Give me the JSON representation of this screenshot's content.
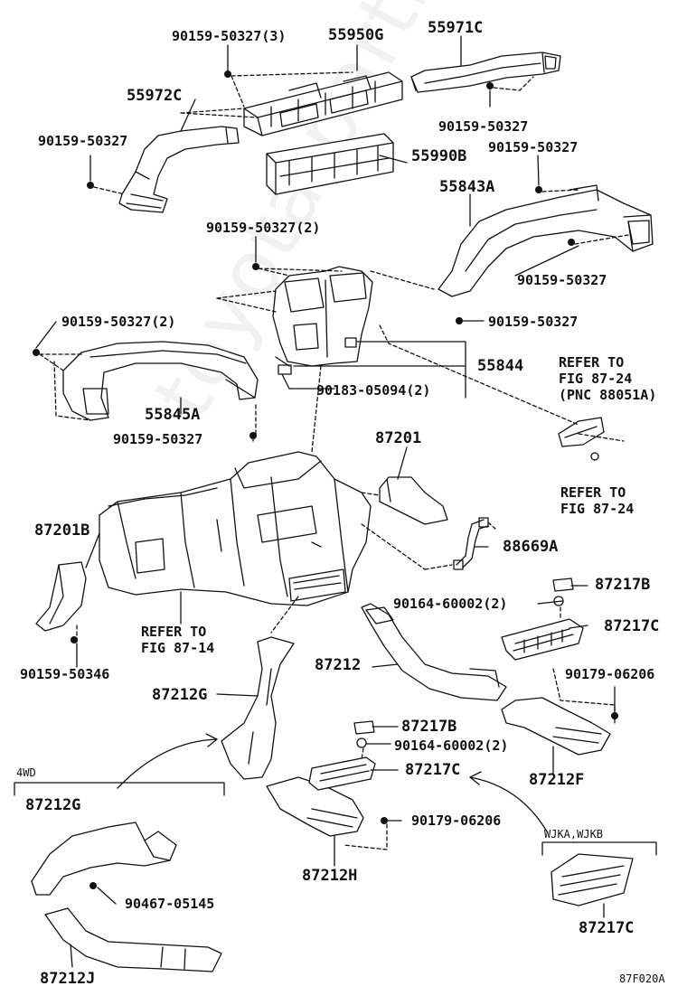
{
  "labels": {
    "p1": "90159-50327(3)",
    "p2": "55950G",
    "p3": "55971C",
    "p4": "55972C",
    "p5": "90159-50327",
    "p6": "90159-50327",
    "p7": "55990B",
    "p8": "90159-50327",
    "p9": "55843A",
    "p10": "90159-50327(2)",
    "p11": "90159-50327",
    "p12": "90159-50327(2)",
    "p13": "90159-50327",
    "p14": "55844",
    "p15": "90183-05094(2)",
    "p16": "55845A",
    "p17": "90159-50327",
    "p18": "87201",
    "p19": "87201B",
    "p20": "88669A",
    "p21": "87217B",
    "p22": "90164-60002(2)",
    "p23": "87217C",
    "p24": "90159-50346",
    "p25": "87212",
    "p26": "90179-06206",
    "p27": "87212G",
    "p28": "87217B",
    "p29": "90164-60002(2)",
    "p30": "87212F",
    "p31": "87217C",
    "p32": "87212G",
    "p33": "90179-06206",
    "p34": "87212H",
    "p35": "90467-05145",
    "p36": "87217C",
    "p37": "87212J"
  },
  "refs": {
    "r1_line1": "REFER TO",
    "r1_line2": "FIG 87-24",
    "r1_line3": "(PNC 88051A)",
    "r2_line1": "REFER TO",
    "r2_line2": "FIG 87-24",
    "r3_line1": "REFER TO",
    "r3_line2": "FIG 87-14"
  },
  "boxes": {
    "fwd_label": "4WD",
    "wjk_label": "WJKA,WJKB"
  },
  "watermark": "toyota-partmiter.ru",
  "figure_code": "87F020A"
}
